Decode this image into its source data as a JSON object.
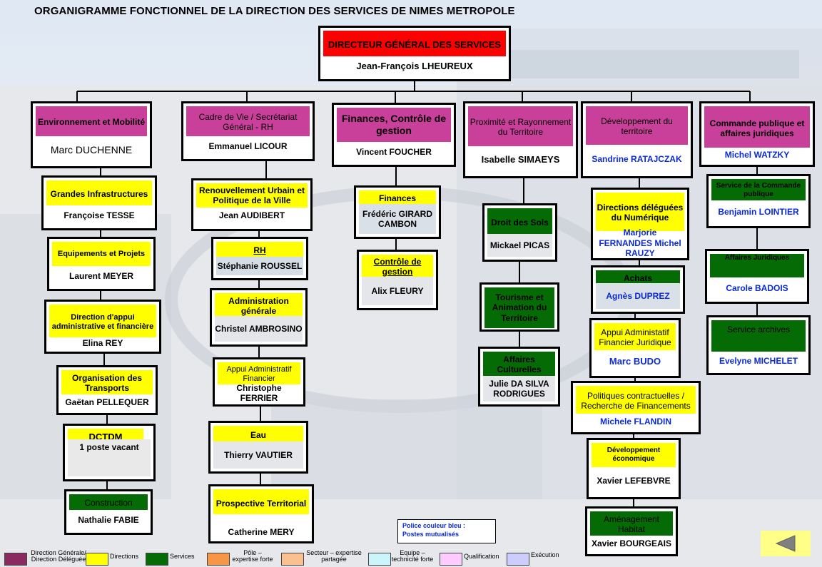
{
  "title": "ORGANIGRAMME FONCTIONNEL DE LA DIRECTION DES SERVICES DE NIMES METROPOLE",
  "dg": {
    "title": "DIRECTEUR GÉNÉRAL DES SERVICES",
    "name": "Jean-François LHEUREUX"
  },
  "directions": [
    {
      "title": "Environnement et Mobilité",
      "name": "Marc DUCHENNE"
    },
    {
      "title": "Cadre de Vie / Secrétariat Général - RH",
      "name": "Emmanuel LICOUR"
    },
    {
      "title": "Finances, Contrôle de gestion",
      "name": "Vincent FOUCHER"
    },
    {
      "title": "Proximité et Rayonnement du Territoire",
      "name": "Isabelle SIMAEYS"
    },
    {
      "title": "Développement du territoire",
      "name": "Sandrine RATAJCZAK"
    },
    {
      "title": "Commande publique et affaires juridiques",
      "name": "Michel WATZKY"
    }
  ],
  "col1": [
    {
      "title": "Grandes Infrastructures",
      "name": "Françoise TESSE"
    },
    {
      "title": "Equipements et Projets",
      "name": "Laurent MEYER"
    },
    {
      "title": "Direction d'appui administrative et financière",
      "name": "Elina REY"
    },
    {
      "title": "Organisation des Transports",
      "name": "Gaëtan PELLEQUER"
    },
    {
      "title": "DCTDM",
      "name": "1 poste vacant"
    },
    {
      "title": "Construction",
      "name": "Nathalie FABIE"
    }
  ],
  "col2": [
    {
      "title": "Renouvellement Urbain et Politique de la Ville",
      "name": "Jean AUDIBERT"
    },
    {
      "title": "RH",
      "name": "Stéphanie ROUSSEL"
    },
    {
      "title": "Administration générale",
      "name": "Christel AMBROSINO"
    },
    {
      "title": "Appui Administratif Financier",
      "name": "Christophe FERRIER"
    },
    {
      "title": "Eau",
      "name": "Thierry VAUTIER"
    },
    {
      "title": "Prospective Territorial",
      "name": "Catherine MERY"
    }
  ],
  "col3": [
    {
      "title": "Finances",
      "name": "Frédéric GIRARD CAMBON"
    },
    {
      "title": "Contrôle de gestion",
      "name": "Alix FLEURY"
    }
  ],
  "col4": [
    {
      "title": "Droit des Sols",
      "name": "Mickael PICAS"
    },
    {
      "title": "Tourisme et Animation du Territoire",
      "name": ""
    },
    {
      "title": "Affaires Culturelles",
      "name": "Julie DA SILVA RODRIGUES"
    }
  ],
  "col5": [
    {
      "title": "Directions déléguées du Numérique",
      "name": "Marjorie FERNANDES Michel RAUZY"
    },
    {
      "title": "Achats",
      "name": "Agnès DUPREZ"
    },
    {
      "title": "Appui Administatif Financier Juridique",
      "name": "Marc BUDO"
    },
    {
      "title": "Politiques contractuelles / Recherche de Financements",
      "name": "Michele FLANDIN"
    },
    {
      "title": "Développement économique",
      "name": "Xavier LEFEBVRE"
    },
    {
      "title": "Aménagement Habitat",
      "name": "Xavier BOURGEAIS"
    }
  ],
  "col6": [
    {
      "title": "Service de la Commande publique",
      "name": "Benjamin LOINTIER"
    },
    {
      "title": "Affaires Juridiques",
      "name": "Carole BADOIS"
    },
    {
      "title": "Service archives",
      "name": "Evelyne MICHELET"
    }
  ],
  "note": {
    "line1": "Police couleur bleu :",
    "line2": "Postes mutualisés"
  },
  "legend": [
    {
      "label": "Direction Générale/ Direction Déléguée",
      "color": "#8b2a5e"
    },
    {
      "label": "Directions",
      "color": "#ffff00"
    },
    {
      "label": "Services",
      "color": "#056b05"
    },
    {
      "label": "Pôle – expertise forte",
      "color": "#f79646"
    },
    {
      "label": "Secteur – expertise partagée",
      "color": "#fac090"
    },
    {
      "label": "Equipe – technicité forte",
      "color": "#ccf5fb"
    },
    {
      "label": "Qualification",
      "color": "#ffccff"
    },
    {
      "label": "Exécution",
      "color": "#ccccff"
    }
  ],
  "colors": {
    "direction": "#c9409a",
    "dg": "#ff0000",
    "yellow": "#ffff00",
    "green": "#056b05",
    "mutualise": "#0a2ad6"
  },
  "nav": {
    "icon": "previous-arrow-icon"
  }
}
